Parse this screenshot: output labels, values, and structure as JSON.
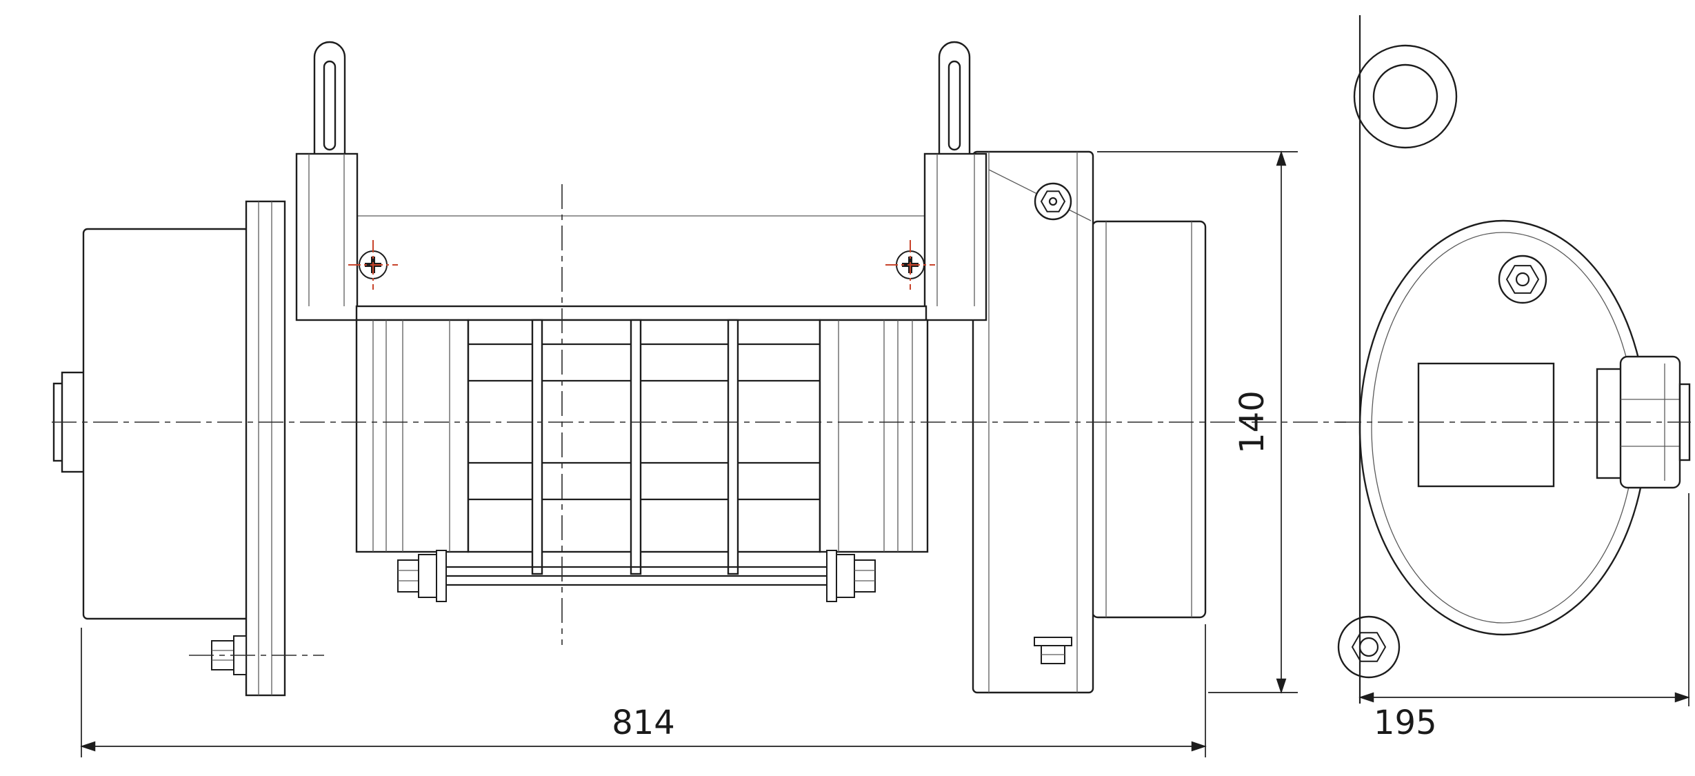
{
  "dimensions": {
    "overall_length": "814",
    "height": "140",
    "end_width": "195"
  },
  "colors": {
    "background": "#ffffff",
    "line": "#1d1d1d",
    "thin_line": "#5a5a5a",
    "centerline": "#2b2b2b",
    "bolt_marker": "#c8432a"
  }
}
